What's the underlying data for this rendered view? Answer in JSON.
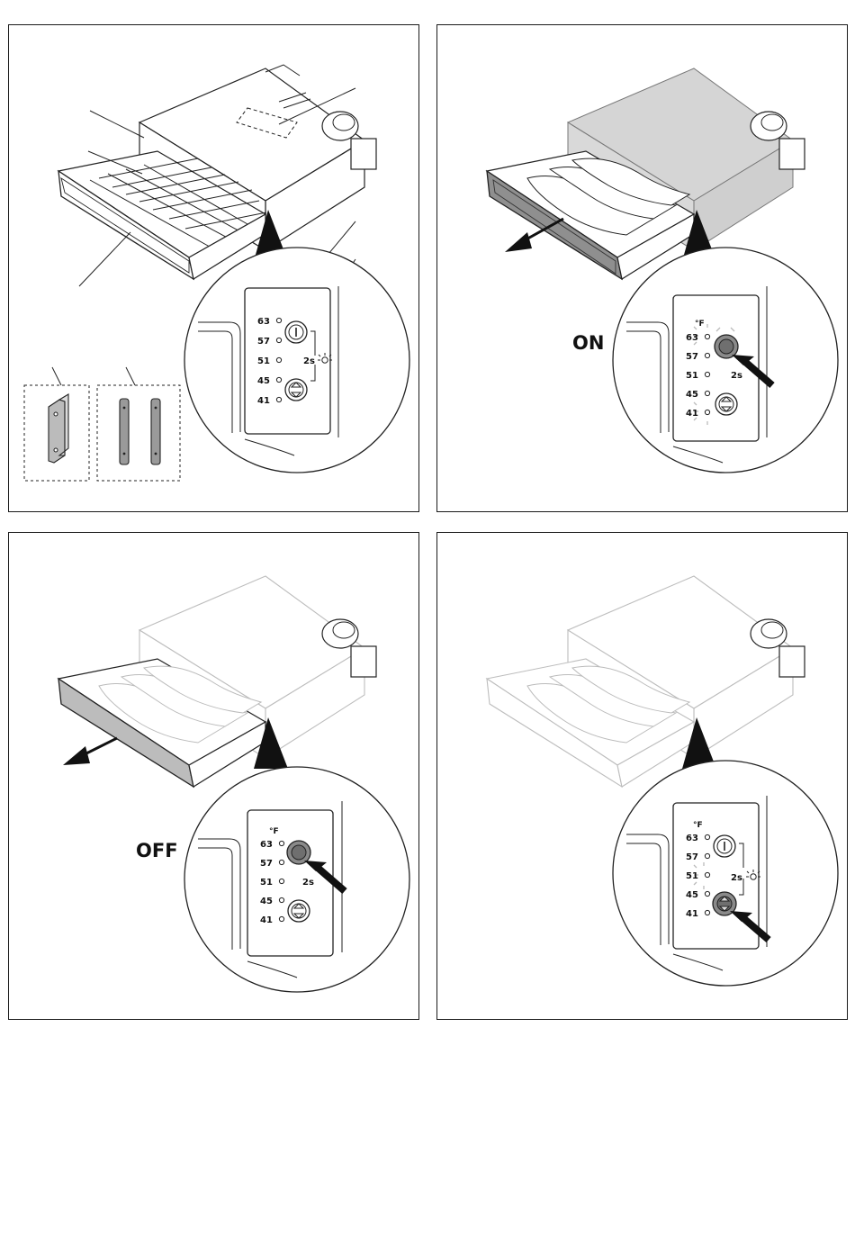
{
  "panels": [
    {
      "id": "overview",
      "state_label": "",
      "temperature_levels": [
        "63",
        "57",
        "51",
        "45",
        "41"
      ],
      "unit": "",
      "hold_label": "2s",
      "accessory_count": 2
    },
    {
      "id": "switch-on",
      "state_label": "ON",
      "temperature_levels": [
        "63",
        "57",
        "51",
        "45",
        "41"
      ],
      "unit": "°F",
      "hold_label": "2s"
    },
    {
      "id": "switch-off",
      "state_label": "OFF",
      "temperature_levels": [
        "63",
        "57",
        "51",
        "45",
        "41"
      ],
      "unit": "°F",
      "hold_label": "2s"
    },
    {
      "id": "set-temperature",
      "state_label": "",
      "temperature_levels": [
        "63",
        "57",
        "51",
        "45",
        "41"
      ],
      "unit": "°F",
      "hold_label": "2s"
    }
  ],
  "colors": {
    "line": "#1a1a1a",
    "ghost_line": "#bdbdbd",
    "drawer_front": "#9a9a9a",
    "button_active": "#8a8a8a",
    "cabinet_shade": "#cfcfcf"
  }
}
